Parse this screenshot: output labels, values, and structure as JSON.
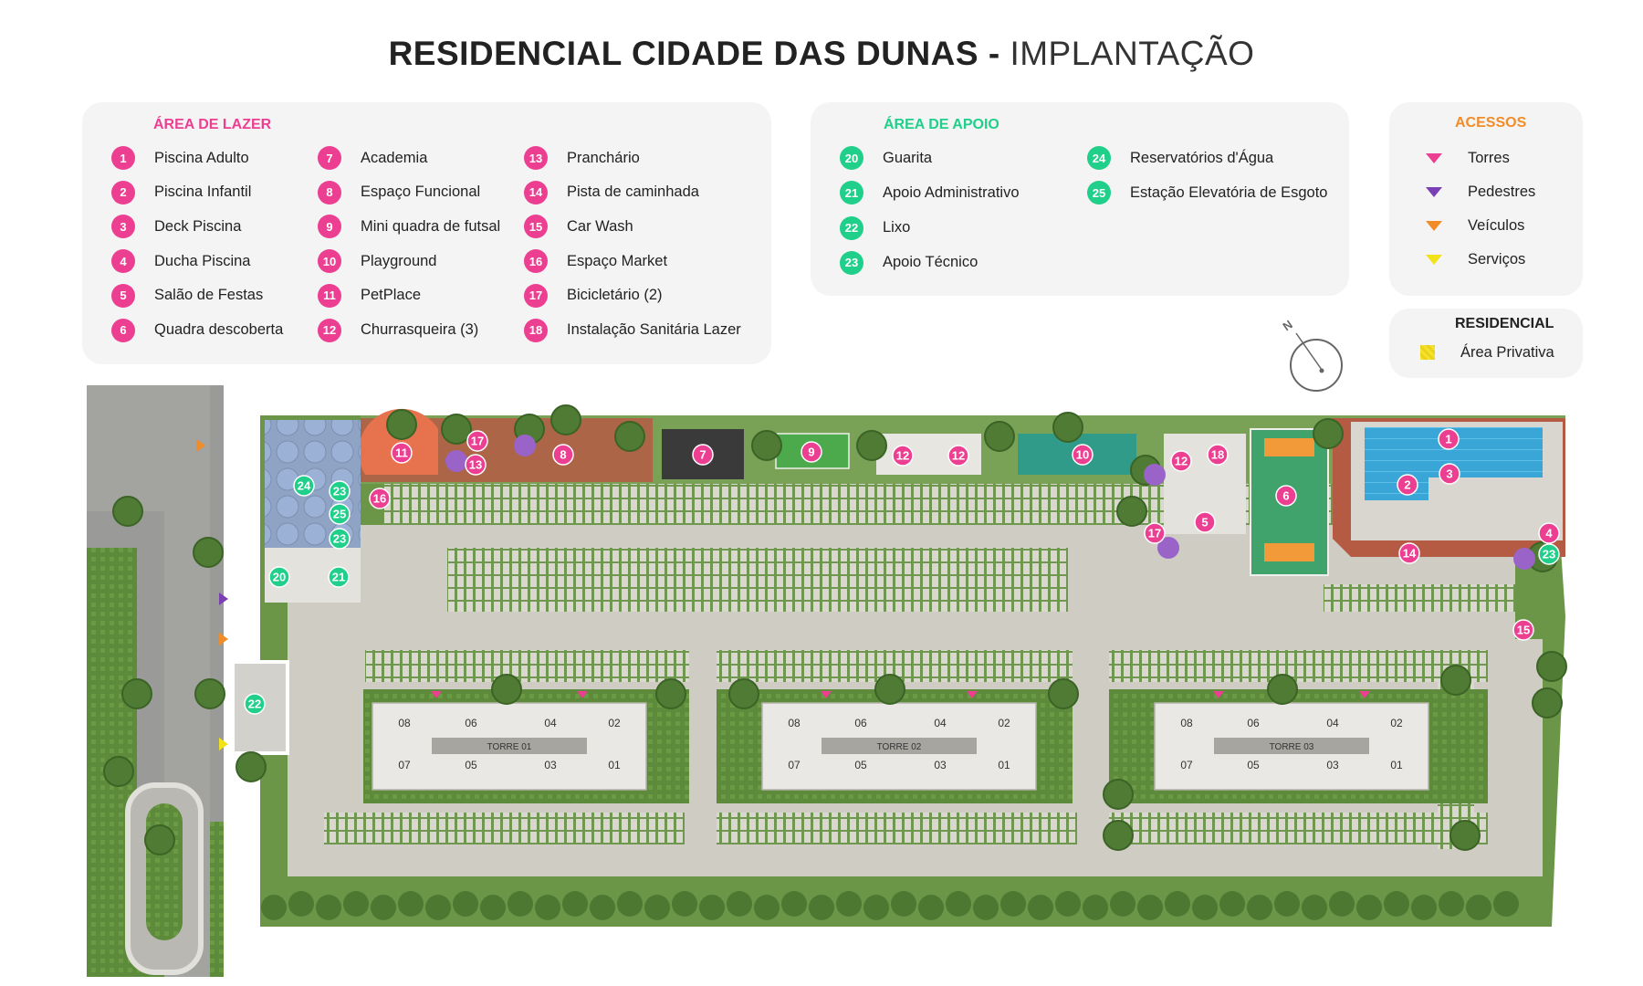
{
  "title": {
    "bold": "RESIDENCIAL CIDADE DAS DUNAS -",
    "light": "IMPLANTAÇÃO"
  },
  "lazer": {
    "heading": "ÁREA DE LAZER",
    "items": [
      {
        "n": "1",
        "label": "Piscina Adulto"
      },
      {
        "n": "2",
        "label": "Piscina Infantil"
      },
      {
        "n": "3",
        "label": "Deck Piscina"
      },
      {
        "n": "4",
        "label": "Ducha Piscina"
      },
      {
        "n": "5",
        "label": "Salão de Festas"
      },
      {
        "n": "6",
        "label": "Quadra descoberta"
      },
      {
        "n": "7",
        "label": "Academia"
      },
      {
        "n": "8",
        "label": "Espaço Funcional"
      },
      {
        "n": "9",
        "label": "Mini quadra de futsal"
      },
      {
        "n": "10",
        "label": "Playground"
      },
      {
        "n": "11",
        "label": "PetPlace"
      },
      {
        "n": "12",
        "label": "Churrasqueira (3)"
      },
      {
        "n": "13",
        "label": "Pranchário"
      },
      {
        "n": "14",
        "label": "Pista de caminhada"
      },
      {
        "n": "15",
        "label": "Car Wash"
      },
      {
        "n": "16",
        "label": "Espaço Market"
      },
      {
        "n": "17",
        "label": "Bicicletário (2)"
      },
      {
        "n": "18",
        "label": "Instalação Sanitária Lazer"
      }
    ]
  },
  "apoio": {
    "heading": "ÁREA DE APOIO",
    "items": [
      {
        "n": "20",
        "label": "Guarita"
      },
      {
        "n": "21",
        "label": "Apoio Administrativo"
      },
      {
        "n": "22",
        "label": "Lixo"
      },
      {
        "n": "23",
        "label": "Apoio Técnico"
      },
      {
        "n": "24",
        "label": "Reservatórios d'Água"
      },
      {
        "n": "25",
        "label": "Estação Elevatória de Esgoto"
      }
    ]
  },
  "acessos": {
    "heading": "ACESSOS",
    "items": [
      {
        "label": "Torres",
        "color": "#ec3f92"
      },
      {
        "label": "Pedestres",
        "color": "#7b3fb5"
      },
      {
        "label": "Veículos",
        "color": "#f28c28"
      },
      {
        "label": "Serviços",
        "color": "#f2e21a"
      }
    ]
  },
  "residencial": {
    "heading": "RESIDENCIAL",
    "item": "Área Privativa"
  },
  "compass": {
    "north": "N"
  },
  "towers": [
    {
      "name": "TORRE 01",
      "units": [
        "08",
        "06",
        "04",
        "02",
        "07",
        "05",
        "03",
        "01"
      ]
    },
    {
      "name": "TORRE 02",
      "units": [
        "08",
        "06",
        "04",
        "02",
        "07",
        "05",
        "03",
        "01"
      ]
    },
    {
      "name": "TORRE 03",
      "units": [
        "08",
        "06",
        "04",
        "02",
        "07",
        "05",
        "03",
        "01"
      ]
    }
  ],
  "colors": {
    "pink": "#ec3f92",
    "green": "#1fcf8a",
    "lazer_heading": "#ec3f92",
    "apoio_heading": "#1fcf8a",
    "acessos_heading": "#f28c28"
  }
}
